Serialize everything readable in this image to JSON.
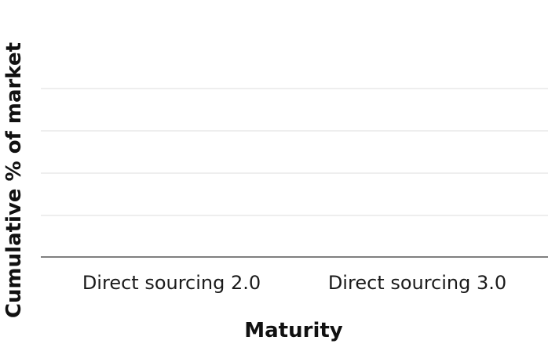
{
  "chart_data": {
    "type": "bar",
    "title": "",
    "xlabel": "Maturity",
    "ylabel": "Cumulative % of market",
    "categories": [
      "Direct sourcing 2.0",
      "Direct sourcing 3.0"
    ],
    "series": [
      {
        "values": [
          0,
          0
        ]
      }
    ],
    "grid": true,
    "legend": "none"
  }
}
